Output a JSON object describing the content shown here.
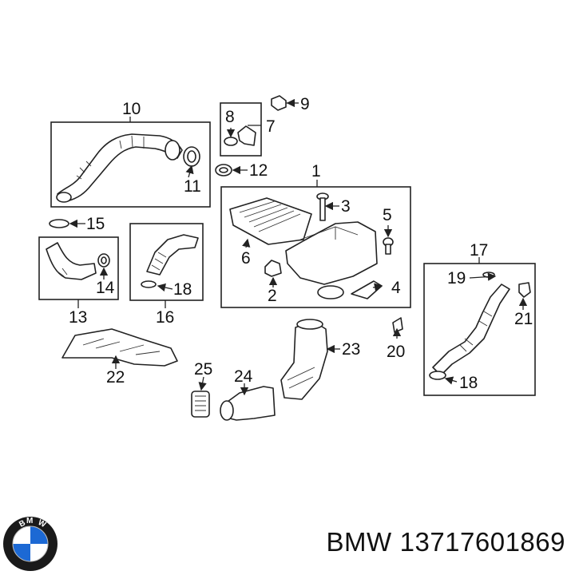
{
  "callouts": [
    "1",
    "2",
    "3",
    "4",
    "5",
    "6",
    "7",
    "8",
    "9",
    "10",
    "11",
    "12",
    "13",
    "14",
    "15",
    "16",
    "17",
    "18",
    "18",
    "19",
    "20",
    "21",
    "22",
    "23",
    "24",
    "25"
  ],
  "footer": {
    "brand": "BMW",
    "part_number": "13717601869"
  },
  "logo": {
    "letters": "BMW",
    "colors": {
      "ring": "#1a1a1a",
      "blue": "#1c69d4",
      "white": "#ffffff"
    }
  }
}
